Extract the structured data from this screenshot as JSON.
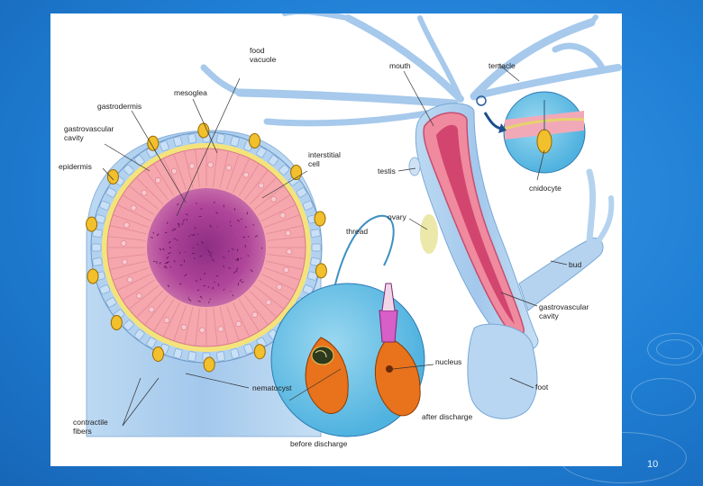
{
  "slide": {
    "page_number": "10",
    "background_color": "#1f7fd4"
  },
  "figure": {
    "labels": {
      "food_vacuole": "food\nvacuole",
      "mesoglea": "mesoglea",
      "gastrodermis": "gastrodermis",
      "gastrovascular_cavity_left": "gastrovascular\ncavity",
      "epidermis": "epidermis",
      "interstitial_cell": "interstitial\ncell",
      "thread": "thread",
      "nematocyst": "nematocyst",
      "contractile_fibers": "contractile\nfibers",
      "before_discharge": "before discharge",
      "after_discharge": "after discharge",
      "nucleus": "nucleus",
      "mouth": "mouth",
      "tentacle": "tentacle",
      "cnidocyte": "cnidocyte",
      "testis": "testis",
      "ovary": "ovary",
      "bud": "bud",
      "gastrovascular_cavity_right": "gastrovascular\ncavity",
      "foot": "foot"
    },
    "colors": {
      "body_blue": "#a9cdee",
      "gastrodermis_pink": "#f3a0a8",
      "cavity_purple": "#b0469a",
      "mesoglea_yellow": "#f2e28a",
      "nematocyst_orange": "#e8731c",
      "inset_blue": "#72c4e6"
    }
  }
}
